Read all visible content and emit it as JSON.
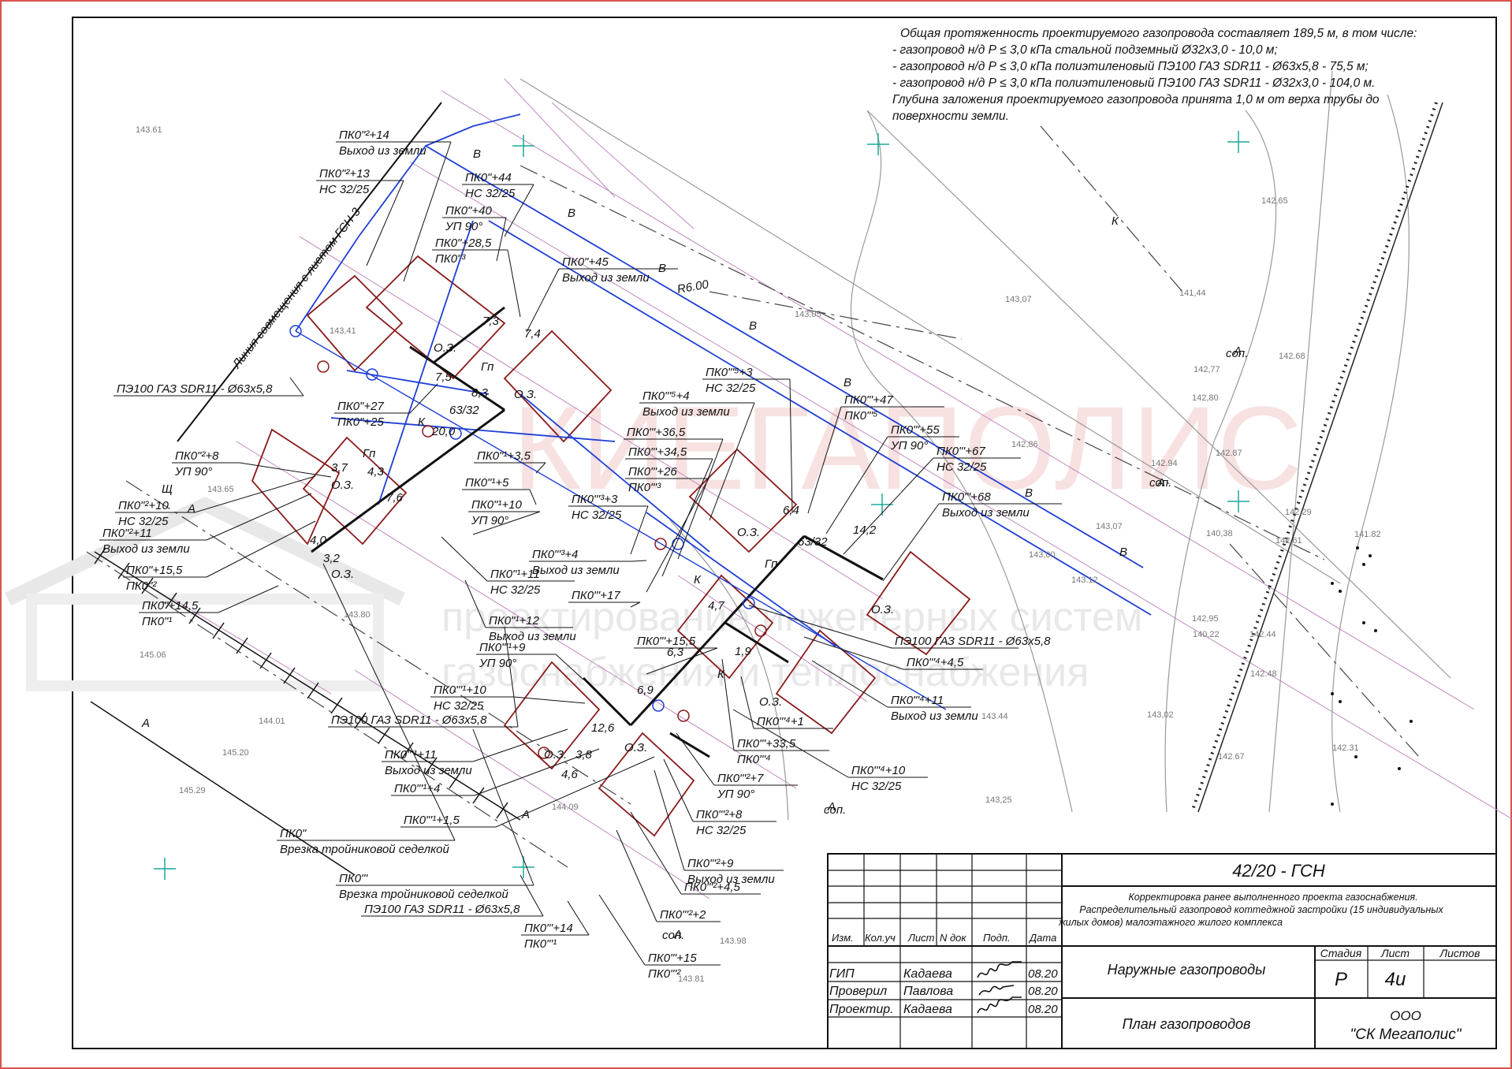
{
  "notes": {
    "lines": [
      "Общая протяженность проектируемого газопровода составляет 189,5 м, в том числе:",
      "- газопровод н/д Р ≤ 3,0 кПа стальной подземный Ø32х3,0 - 10,0 м;",
      "- газопровод н/д Р ≤ 3,0 кПа полиэтиленовый ПЭ100 ГАЗ SDR11 - Ø63х5,8 - 75,5 м;",
      "- газопровод н/д Р ≤ 3,0 кПа полиэтиленовый ПЭ100 ГАЗ SDR11 - Ø32х3,0 - 104,0 м.",
      "Глубина заложения проектируемого газопровода принята 1,0 м от верха трубы до",
      "поверхности земли."
    ]
  },
  "watermark": {
    "company": "КИЕГАПОЛИС",
    "line1": "проектирование инженерных систем",
    "line2": "газоснабжения и теплоснабжения"
  },
  "plan": {
    "alignment_line": "Линия совмещения с листом ГСН-3",
    "radius": "R6.00",
    "trans_63_32": "63/32",
    "labels": [
      [
        "ПК0\"²+14",
        "Выход из земли"
      ],
      [
        "ПК0\"²+13",
        "НС 32/25"
      ],
      [
        "ПК0\"+44",
        "НС 32/25"
      ],
      [
        "ПК0\"+40",
        "УП 90°"
      ],
      [
        "ПК0\"+28,5",
        "ПК0\"³"
      ],
      [
        "ПК0\"+45",
        "Выход из земли"
      ],
      [
        "ПЭ100 ГАЗ SDR11 - Ø63x5,8",
        ""
      ],
      [
        "ПК0\"+27",
        "ПК0\"+25"
      ],
      [
        "ПК0\"²+8",
        "УП 90°"
      ],
      [
        "ПК0\"²+10",
        "НС 32/25"
      ],
      [
        "ПК0\"²+11",
        "Выход из земли"
      ],
      [
        "ПК0\"+15,5",
        "ПК0\"²"
      ],
      [
        "ПК0\"+14,5",
        "ПК0\"¹"
      ],
      [
        "ПК0\"¹+3,5",
        ""
      ],
      [
        "ПК0\"¹+5",
        ""
      ],
      [
        "ПК0\"¹+10",
        "УП 90°"
      ],
      [
        "ПК0\"¹+11",
        "НС 32/25"
      ],
      [
        "ПК0\"¹+12",
        "Выход из земли"
      ],
      [
        "ПК0\"'⁵+3",
        "НС 32/25"
      ],
      [
        "ПК0\"'⁵+4",
        "Выход из земли"
      ],
      [
        "ПК0\"'+36,5",
        ""
      ],
      [
        "ПК0\"'+34,5",
        ""
      ],
      [
        "ПК0\"'+26",
        "ПК0\"'³"
      ],
      [
        "ПК0\"'³+3",
        "НС 32/25"
      ],
      [
        "ПК0\"'³+4",
        "Выход из земли"
      ],
      [
        "ПК0\"'+17",
        ""
      ],
      [
        "ПК0\"'+47",
        "ПК0\"'⁵"
      ],
      [
        "ПК0\"'+55",
        "УП 90°"
      ],
      [
        "ПК0\"'+67",
        "НС 32/25"
      ],
      [
        "ПК0\"'+68",
        "Выход из земли"
      ],
      [
        "ПЭ100 ГАЗ SDR11 - Ø63x5,8",
        ""
      ],
      [
        "ПК0\"'⁴+4,5",
        ""
      ],
      [
        "ПК0\"'⁴+11",
        "Выход из земли"
      ],
      [
        "ПК0\"'⁴+1",
        ""
      ],
      [
        "ПК0\"'+33,5",
        "ПК0\"'⁴"
      ],
      [
        "ПК0\"'¹+9",
        "УП 90°"
      ],
      [
        "ПК0\"'+15,5",
        ""
      ],
      [
        "ПК0\"'¹+10",
        "НС 32/25"
      ],
      [
        "ПЭ100 ГАЗ SDR11 - Ø63x5,8",
        ""
      ],
      [
        "ПК0\"'¹+11",
        "Выход из земли"
      ],
      [
        "ПК0\"'¹+4",
        ""
      ],
      [
        "ПК0\"'¹+1,5",
        ""
      ],
      [
        "ПК0\"'²+7",
        "УП 90°"
      ],
      [
        "ПК0\"'²+8",
        "НС 32/25"
      ],
      [
        "ПК0\"'²+9",
        "Выход из земли"
      ],
      [
        "ПК0\"'²+4,5",
        ""
      ],
      [
        "ПК0\"'²+2",
        ""
      ],
      [
        "ПК0\"'+15",
        "ПК0\"'²"
      ],
      [
        "ПК0\"'+14",
        "ПК0\"'¹"
      ],
      [
        "ПК0\"",
        "Врезка тройниковой седелкой"
      ],
      [
        "ПК0\"'",
        "Врезка тройниковой седелкой"
      ],
      [
        "ПЭ100 ГАЗ SDR11 - Ø63x5,8",
        ""
      ],
      [
        "ПК0\"'⁴+10",
        "НС 32/25"
      ]
    ],
    "oz": "О.З.",
    "letters": {
      "a": "А",
      "shch": "Щ",
      "sop": "соп.",
      "b": "В",
      "k": "К",
      "gp": "Гп"
    },
    "elevations": [
      "142,65",
      "143,07",
      "141,44",
      "142,77",
      "142,80",
      "142.68",
      "142.87",
      "142.94",
      "143,05",
      "142,86",
      "143,07",
      "143,00",
      "140,38",
      "143.12",
      "142,29",
      "142,61",
      "141.82",
      "142,95",
      "140,22",
      "142.44",
      "142.48",
      "142.31",
      "142.67",
      "143,02",
      "143,25",
      "145.06",
      "144.01",
      "145.20",
      "145.29",
      "143.80",
      "144.09",
      "143.98",
      "143.81",
      "143.61",
      "143.44",
      "143,41",
      "143.65"
    ],
    "dims": [
      "7,3",
      "7,4",
      "7,5",
      "8,3",
      "3,7",
      "4,3",
      "7,6",
      "4,0",
      "3,2",
      "6,4",
      "14,2",
      "4,7",
      "6,3",
      "6,9",
      "12,6",
      "4,6",
      "3,8",
      "1,9",
      "20,0"
    ]
  },
  "titleblock": {
    "code": "42/20 - ГСН",
    "description": "Корректировка ранее выполненного проекта газоснабжения. Распределительный газопровод коттеджной застройки (15 индивидуальных жилых домов) малоэтажного жилого комплекса",
    "description_lines": [
      "Корректировка ранее выполненного проекта газоснабжения.",
      "Распределительный газопровод коттеджной застройки (15 индивидуальных",
      "жилых домов) малоэтажного жилого комплекса"
    ],
    "headers": [
      "Изм.",
      "Кол.уч",
      "Лист",
      "N док",
      "Подп.",
      "Дата"
    ],
    "roles": [
      {
        "role": "ГИП",
        "name": "Кадаева",
        "date": "08.20"
      },
      {
        "role": "Проверил",
        "name": "Павлова",
        "date": "08.20"
      },
      {
        "role": "Проектир.",
        "name": "Кадаева",
        "date": "08.20"
      }
    ],
    "object": "Наружные газопроводы",
    "sheet_title": "План газопроводов",
    "stage_header": "Стадия",
    "sheet_header": "Лист",
    "sheets_header": "Листов",
    "stage": "Р",
    "sheet": "4и",
    "org_line1": "ООО",
    "org_line2": "\"СК Мегаполис\""
  },
  "colors": {
    "frame": "#d9534f",
    "pipe_blue": "#1f3fd6",
    "house": "#8b1a1a",
    "terrain": "#c088c0",
    "ink": "#111111"
  }
}
